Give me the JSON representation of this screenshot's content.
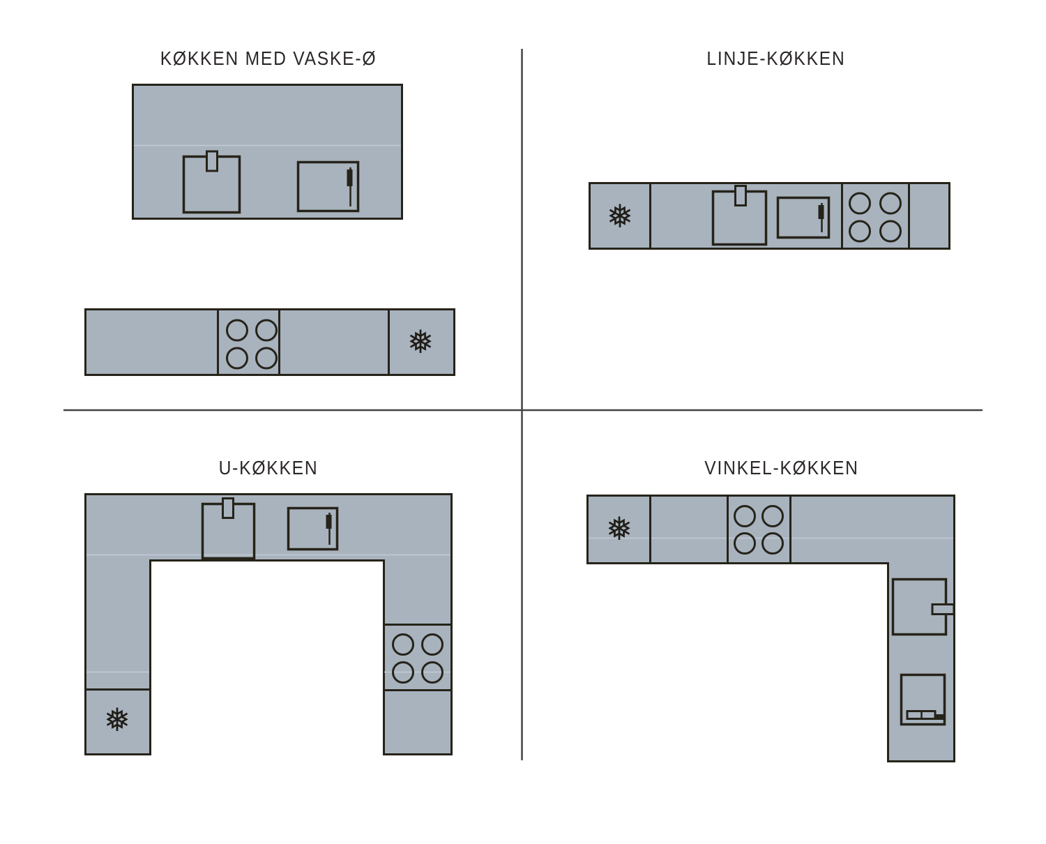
{
  "colors": {
    "background": "#ffffff",
    "counter_fill": "#a8b3be",
    "outline": "#262319",
    "quadrant_divider": "#434343",
    "faint_line": "#c4ccd3",
    "title_text": "#2b2728"
  },
  "icons": {
    "snowflake": "❅"
  },
  "diagrams": [
    {
      "id": "island-kitchen",
      "title": "KØKKEN MED VASKE-Ø"
    },
    {
      "id": "line-kitchen",
      "title": "LINJE-KØKKEN"
    },
    {
      "id": "u-kitchen",
      "title": "U-KØKKEN"
    },
    {
      "id": "angle-kitchen",
      "title": "VINKEL-KØKKEN"
    }
  ]
}
